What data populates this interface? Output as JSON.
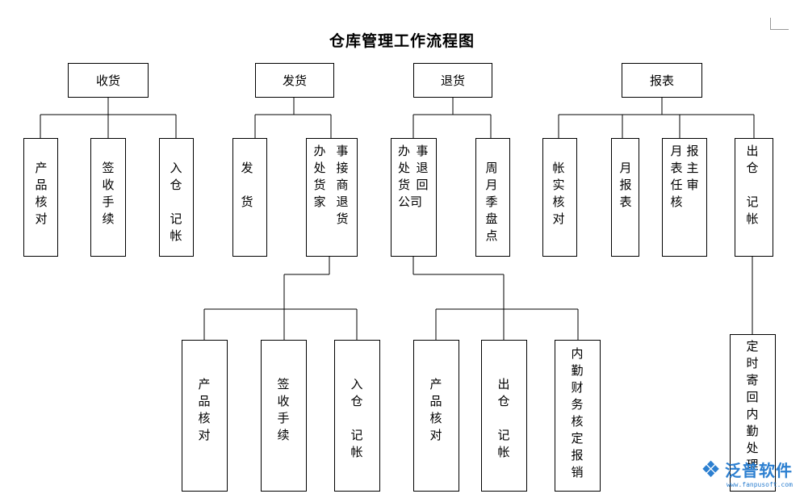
{
  "title": "仓库管理工作流程图",
  "headers": {
    "receive": "收货",
    "ship": "发货",
    "return": "退货",
    "report": "报表"
  },
  "receive_items": {
    "check": "产\n品\n核\n对",
    "sign": "签\n收\n手\n续",
    "warehousing": "入\n仓\n\n记\n帐"
  },
  "ship_items": {
    "ship": "发\n\n货",
    "office_left": "办\n处\n货",
    "office_right": "事\n接\n商\n退\n货",
    "office_left_2": "家"
  },
  "return_items": {
    "office_left": "办\n处\n货\n公司",
    "office_right": "事\n退\n回",
    "inventory": "周\n月\n季\n盘\n点"
  },
  "report_items": {
    "reconcile": "帐\n实\n核\n对",
    "monthly": "月\n报\n表",
    "review_left": "月\n表\n任\n核",
    "review_right": "报\n主\n审",
    "outbound": "出\n仓\n\n记\n帐"
  },
  "sub_items": {
    "check": "产\n品\n核\n对",
    "sign": "签\n收\n手\n续",
    "warehousing": "入\n仓\n\n记\n帐",
    "check2": "产\n品\n核\n对",
    "outbound": "出\n仓\n\n记\n帐",
    "finance": "内\n勤\n财\n务\n核\n定\n报\n销",
    "mailback": "定\n时\n寄\n回\n内\n勤\n处\n理"
  },
  "logo": {
    "brand": "泛普软件",
    "url": "www.fanpusoft.com",
    "icon": "swirl-logo-icon",
    "color": "#2c7fd0"
  }
}
